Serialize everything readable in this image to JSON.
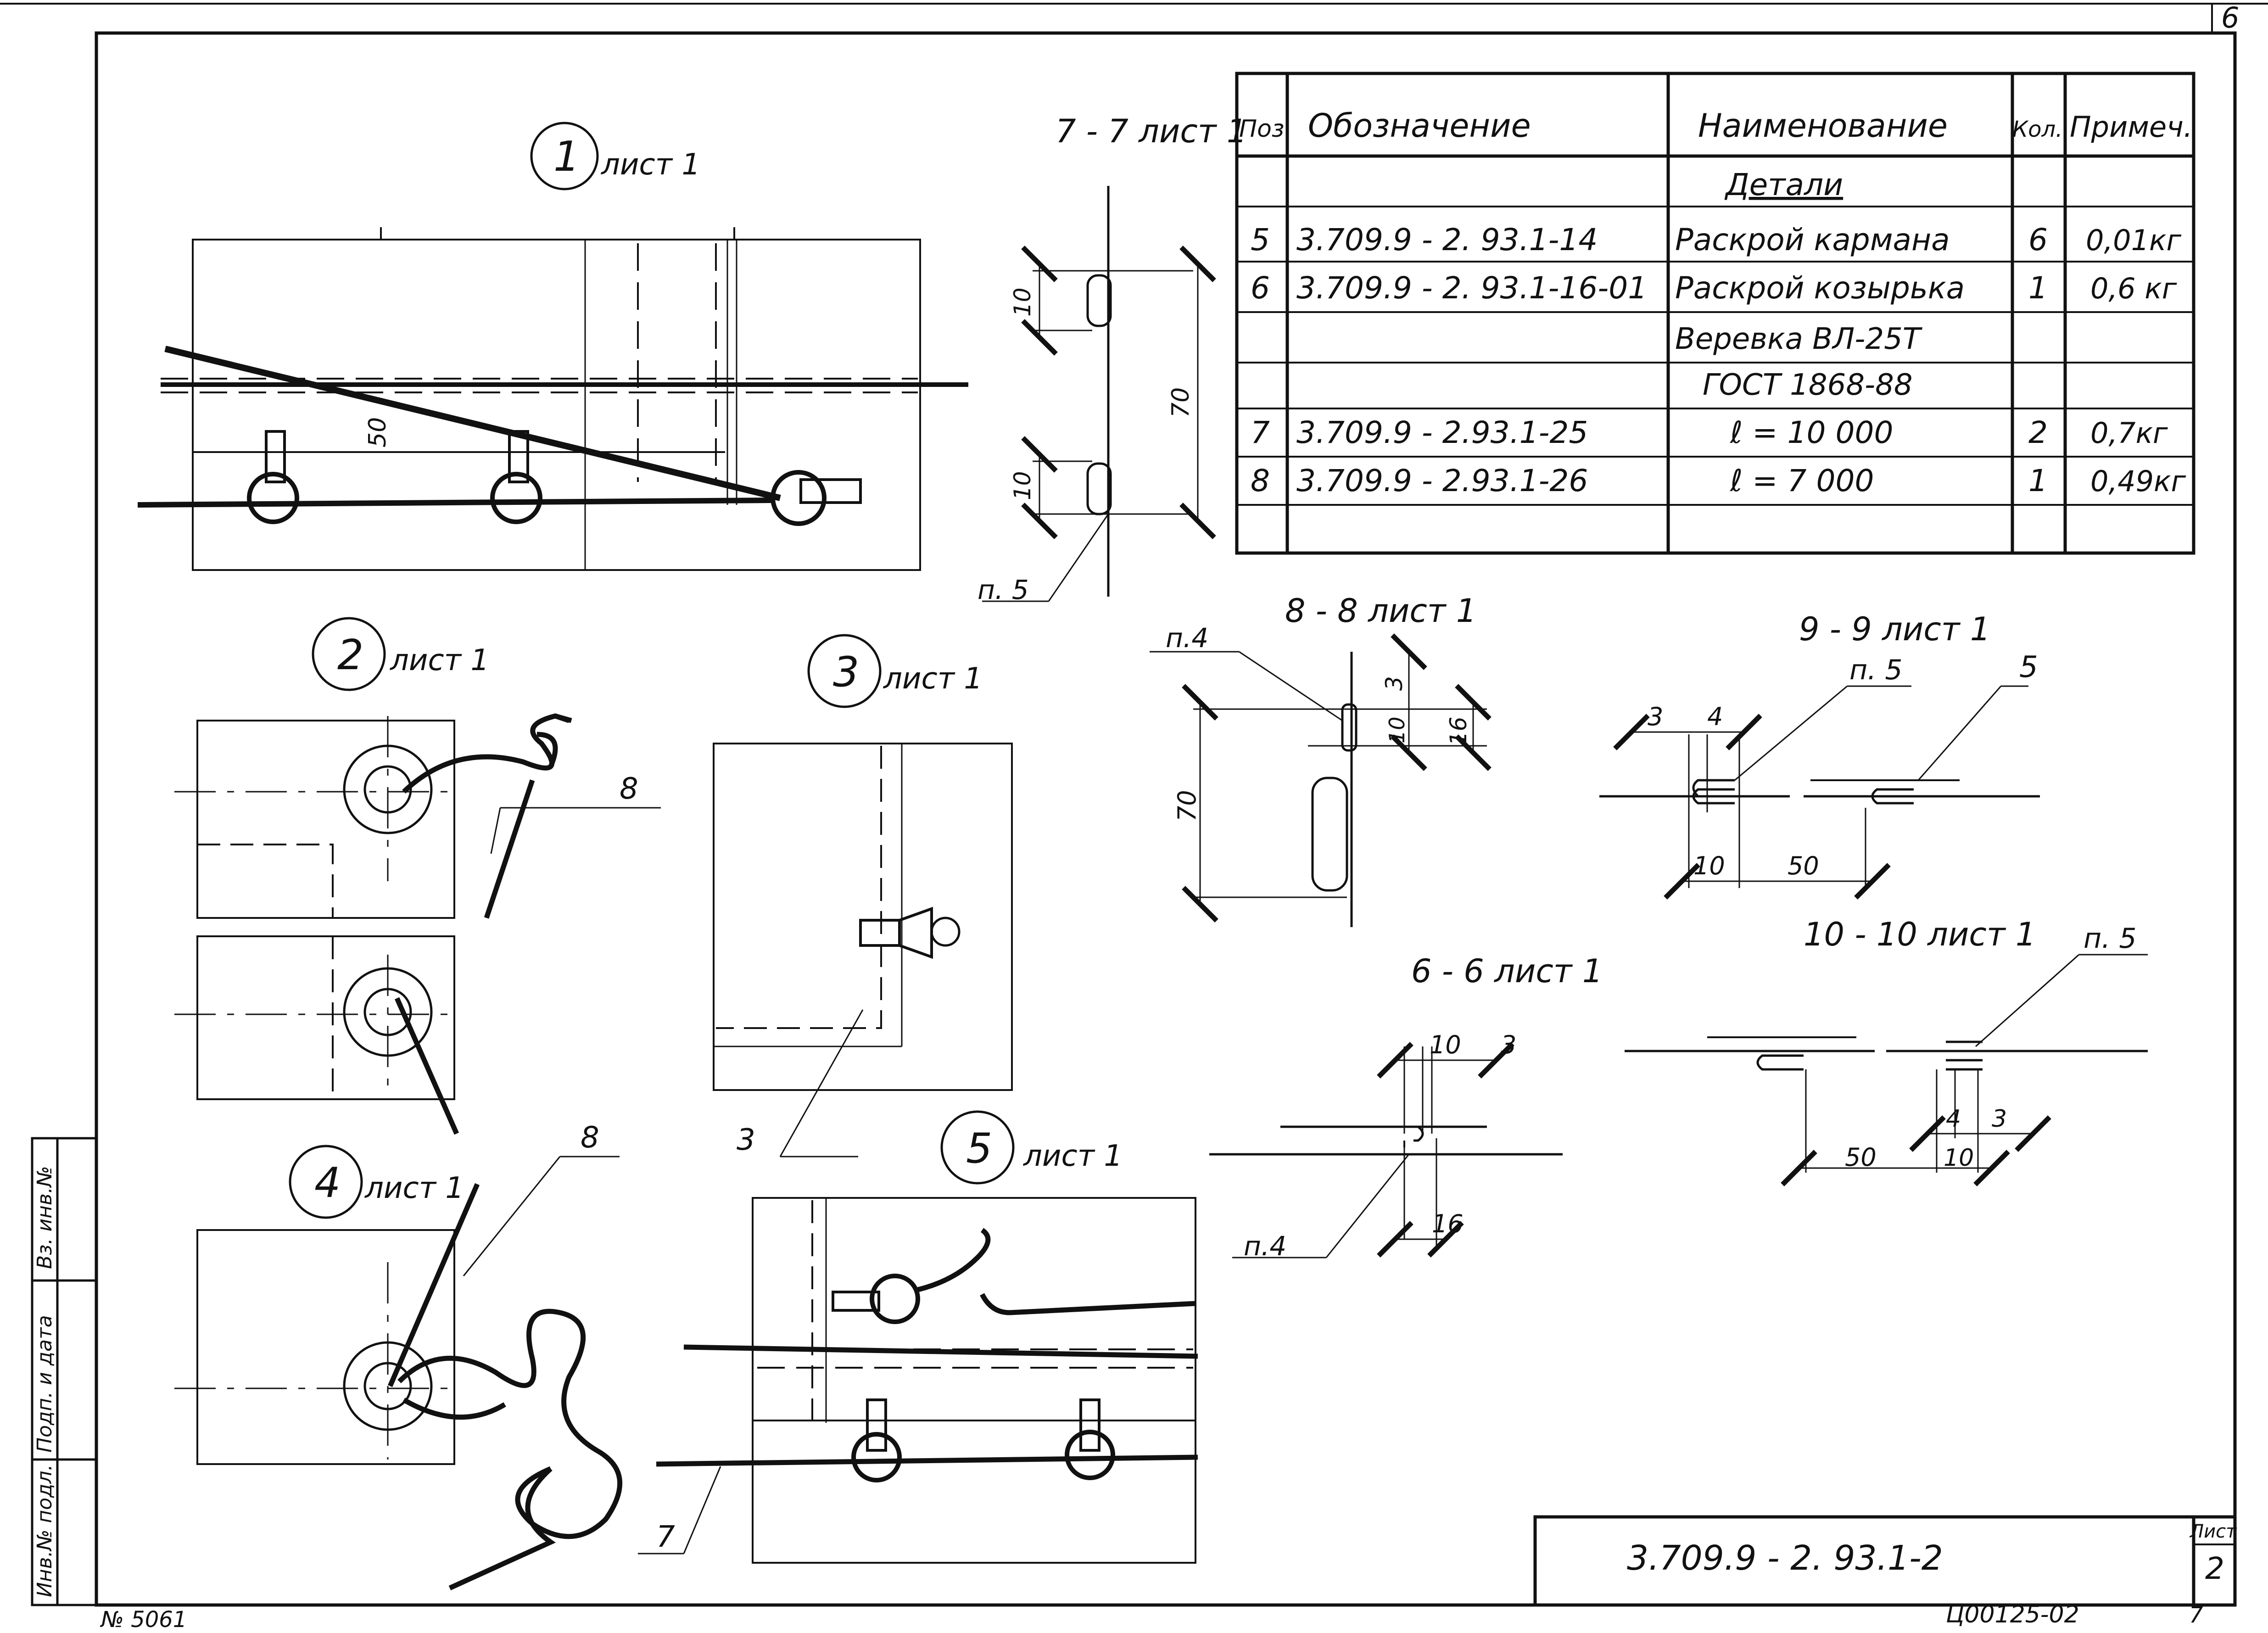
{
  "corner_mark": "6",
  "views": {
    "v1": {
      "num": "1",
      "ref": "лист 1"
    },
    "v2": {
      "num": "2",
      "ref": "лист 1"
    },
    "v3": {
      "num": "3",
      "ref": "лист 1"
    },
    "v4": {
      "num": "4",
      "ref": "лист 1"
    },
    "v5": {
      "num": "5",
      "ref": "лист 1"
    }
  },
  "sections": {
    "s77": "7 - 7 лист 1",
    "s88": "8 - 8 лист 1",
    "s99": "9 - 9 лист 1",
    "s1010": "10 - 10 лист 1",
    "s66": "6 - 6 лист 1"
  },
  "dims": {
    "v1_50": "50",
    "s77_10a": "10",
    "s77_10b": "10",
    "s77_70": "70",
    "s88_3": "3",
    "s88_10": "10",
    "s88_16": "16",
    "s88_70": "70",
    "s99_3": "3",
    "s99_4": "4",
    "s99_10": "10",
    "s99_50": "50",
    "s1010_4": "4",
    "s1010_3": "3",
    "s1010_50": "50",
    "s1010_10": "10",
    "s66_10": "10",
    "s66_3": "3",
    "s66_16": "16"
  },
  "callouts": {
    "s77_p5": "п. 5",
    "s88_p4": "п.4",
    "s99_p5": "п. 5",
    "s99_5": "5",
    "s1010_p5": "п. 5",
    "s66_p4": "п.4",
    "v2_8": "8",
    "v3_3": "3",
    "v4_8": "8",
    "v5_7": "7"
  },
  "spec_table": {
    "headers": [
      "Поз.",
      "Обозначение",
      "Наименование",
      "Кол.",
      "Примеч."
    ],
    "section": "Детали",
    "rows": [
      [
        "5",
        "3.709.9 - 2. 93.1-14",
        "Раскрой кармана",
        "6",
        "0,01кг"
      ],
      [
        "6",
        "3.709.9 - 2. 93.1-16-01",
        "Раскрой козырька",
        "1",
        "0,6 кг"
      ],
      [
        "",
        "",
        "Веревка ВЛ-25Т",
        "",
        ""
      ],
      [
        "",
        "",
        "ГОСТ 1868-88",
        "",
        ""
      ],
      [
        "7",
        "3.709.9 - 2.93.1-25",
        "ℓ = 10 000",
        "2",
        "0,7кг"
      ],
      [
        "8",
        "3.709.9 - 2.93.1-26",
        "ℓ =  7 000",
        "1",
        "0,49кг"
      ],
      [
        "",
        "",
        "",
        "",
        ""
      ]
    ]
  },
  "title_block": {
    "code": "3.709.9 - 2. 93.1-2",
    "sheet_label": "Лист",
    "sheet_no": "2"
  },
  "side_stamp": {
    "inv_podl": "Инв.№ подл.",
    "podp_data": "Подп. и дата",
    "vzam_inv": "Вз. инв.№"
  },
  "footer": {
    "archive_no": "№ 5061",
    "doc_no": "Ц00125-02",
    "format": "7"
  }
}
